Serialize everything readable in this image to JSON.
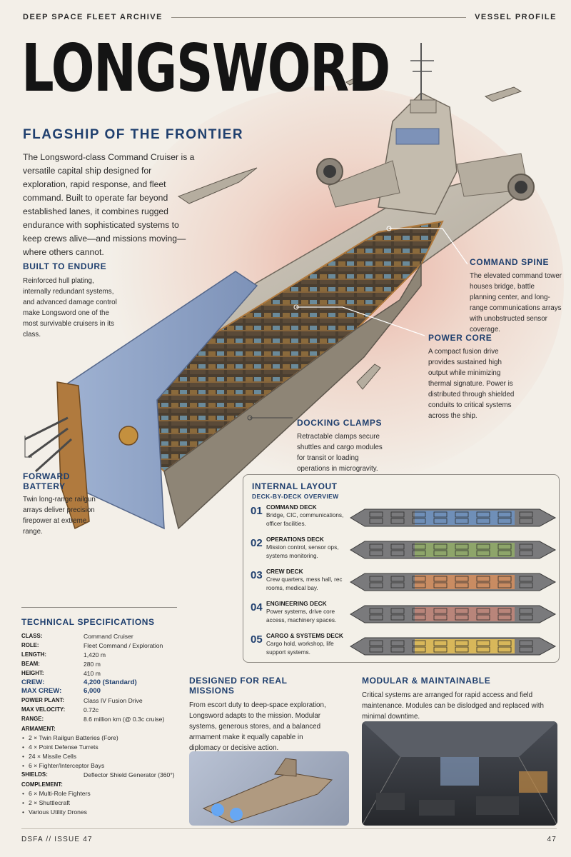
{
  "header": {
    "left": "DEEP SPACE FLEET ARCHIVE",
    "right": "VESSEL PROFILE"
  },
  "title": "LONGSWORD",
  "subtitle": "FLAGSHIP OF THE FRONTIER",
  "intro": "The Longsword-class Command Cruiser is a versatile capital ship designed for exploration, rapid response, and fleet command. Built to operate far beyond established lanes, it combines rugged endurance with sophisticated systems to keep crews alive—and missions moving—where others cannot.",
  "callouts": {
    "built": {
      "title": "BUILT TO ENDURE",
      "text": "Reinforced hull plating, internally redundant systems, and advanced damage control make Longsword one of the most survivable cruisers in its class."
    },
    "spine": {
      "title": "COMMAND SPINE",
      "text": "The elevated command tower houses bridge, battle planning center, and long-range communications arrays with unobstructed sensor coverage."
    },
    "core": {
      "title": "POWER CORE",
      "text": "A compact fusion drive provides sustained high output while minimizing thermal signature. Power is distributed through shielded conduits to critical systems across the ship."
    },
    "docking": {
      "title": "DOCKING CLAMPS",
      "text": "Retractable clamps secure shuttles and cargo modules for transit or loading operations in microgravity."
    },
    "battery": {
      "title_1": "FORWARD",
      "title_2": "BATTERY",
      "text": "Twin long-range railgun arrays deliver precision firepower at extreme range."
    }
  },
  "layout": {
    "title": "INTERNAL LAYOUT",
    "subtitle": "DECK-BY-DECK OVERVIEW",
    "decks": [
      {
        "num": "01",
        "name": "COMMAND DECK",
        "desc": "Bridge, CIC, communications, officer facilities.",
        "color": "#6f8fb8"
      },
      {
        "num": "02",
        "name": "OPERATIONS DECK",
        "desc": "Mission control, sensor ops, systems monitoring.",
        "color": "#8ea56a"
      },
      {
        "num": "03",
        "name": "CREW DECK",
        "desc": "Crew quarters, mess hall, rec rooms, medical bay.",
        "color": "#c98c62"
      },
      {
        "num": "04",
        "name": "ENGINEERING DECK",
        "desc": "Power systems, drive core access, machinery spaces.",
        "color": "#b9857a"
      },
      {
        "num": "05",
        "name": "CARGO & SYSTEMS DECK",
        "desc": "Cargo hold, workshop, life support systems.",
        "color": "#d8b75a"
      }
    ]
  },
  "specs": {
    "title": "TECHNICAL SPECIFICATIONS",
    "rows_1": [
      {
        "k": "CLASS:",
        "v": "Command Cruiser"
      },
      {
        "k": "ROLE:",
        "v": "Fleet Command / Exploration"
      },
      {
        "k": "LENGTH:",
        "v": "1,420 m"
      },
      {
        "k": "BEAM:",
        "v": "280 m"
      },
      {
        "k": "HEIGHT:",
        "v": "410 m"
      }
    ],
    "crew": {
      "k": "CREW:",
      "v": "4,200 (Standard)"
    },
    "maxcrew": {
      "k": "MAX CREW:",
      "v": "6,000"
    },
    "rows_2": [
      {
        "k": "POWER PLANT:",
        "v": "Class IV Fusion Drive"
      },
      {
        "k": "MAX VELOCITY:",
        "v": "0.72c"
      },
      {
        "k": "RANGE:",
        "v": "8.6 million km (@ 0.3c cruise)"
      }
    ],
    "armament_label": "ARMAMENT:",
    "armament": [
      "2 × Twin Railgun Batteries (Fore)",
      "4 × Point Defense Turrets",
      "24 × Missile Cells",
      "6 × Fighter/Interceptor Bays"
    ],
    "shields": {
      "k": "SHIELDS:",
      "v": "Deflector Shield Generator (360°)"
    },
    "complement_label": "COMPLEMENT:",
    "complement": [
      "6 × Multi-Role Fighters",
      "2 × Shuttlecraft",
      "Various Utility Drones"
    ]
  },
  "missions": {
    "title": "DESIGNED FOR REAL MISSIONS",
    "text": "From escort duty to deep-space exploration, Longsword adapts to the mission. Modular systems, generous stores, and a balanced armament make it equally capable in diplomacy or decisive action."
  },
  "modular": {
    "title": "MODULAR & MAINTAINABLE",
    "text": "Critical systems are arranged for rapid access and field maintenance. Modules can be dislodged and replaced with minimal downtime."
  },
  "footer": {
    "left": "DSFA // ISSUE 47",
    "right": "47"
  },
  "colors": {
    "accent": "#1f3f6e",
    "paper": "#f3efe8",
    "hull_blue": "#8aa0c4",
    "hull_bronze": "#b07a3e"
  }
}
